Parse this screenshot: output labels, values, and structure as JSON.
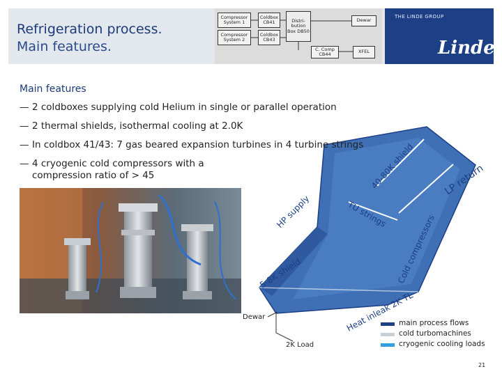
{
  "header": {
    "title_line1": "Refrigeration process.",
    "title_line2": "Main features.",
    "blocks": {
      "comp1": "Compressor System 1",
      "comp2": "Compressor System 2",
      "cb41": "Coldbox CB41",
      "cb43": "Coldbox CB43",
      "distrib": "Distri-bution Box DB50",
      "dewar": "Dewar",
      "ccomp": "C. Comp CB44",
      "xfel": "XFEL"
    },
    "logo_group": "THE LINDE GROUP",
    "logo_word": "Linde"
  },
  "main_features": {
    "title": "Main features",
    "bullets": [
      "2 coldboxes supplying cold Helium in single or parallel operation",
      "2 thermal shields, isothermal cooling at 2.0K",
      "In coldbox 41/43: 7 gas beared expansion turbines in 4 turbine strings",
      "4 cryogenic cold compressors with a compression ratio of > 45"
    ],
    "dash": "—"
  },
  "diagram": {
    "label_40_80k": "40-80K shield",
    "label_lp_return": "LP return",
    "label_hp_supply": "HP supply",
    "label_tu_strings": "TU strings",
    "label_cold_compressors": "Cold compressors",
    "label_5_8k": "5-8K shield",
    "label_heat_inleak": "Heat inleak 2K TL",
    "label_dewar": "Dewar",
    "label_2k_load": "2K Load"
  },
  "legend": [
    {
      "label": "main process flows",
      "color": "#1c3f86"
    },
    {
      "label": "cold turbomachines",
      "color": "#c8cfd6"
    },
    {
      "label": "cryogenic cooling loads",
      "color": "#33a1de"
    }
  ],
  "colors": {
    "brand": "#1c3f86",
    "shape": "#3f6fb4"
  },
  "page_number": "21"
}
